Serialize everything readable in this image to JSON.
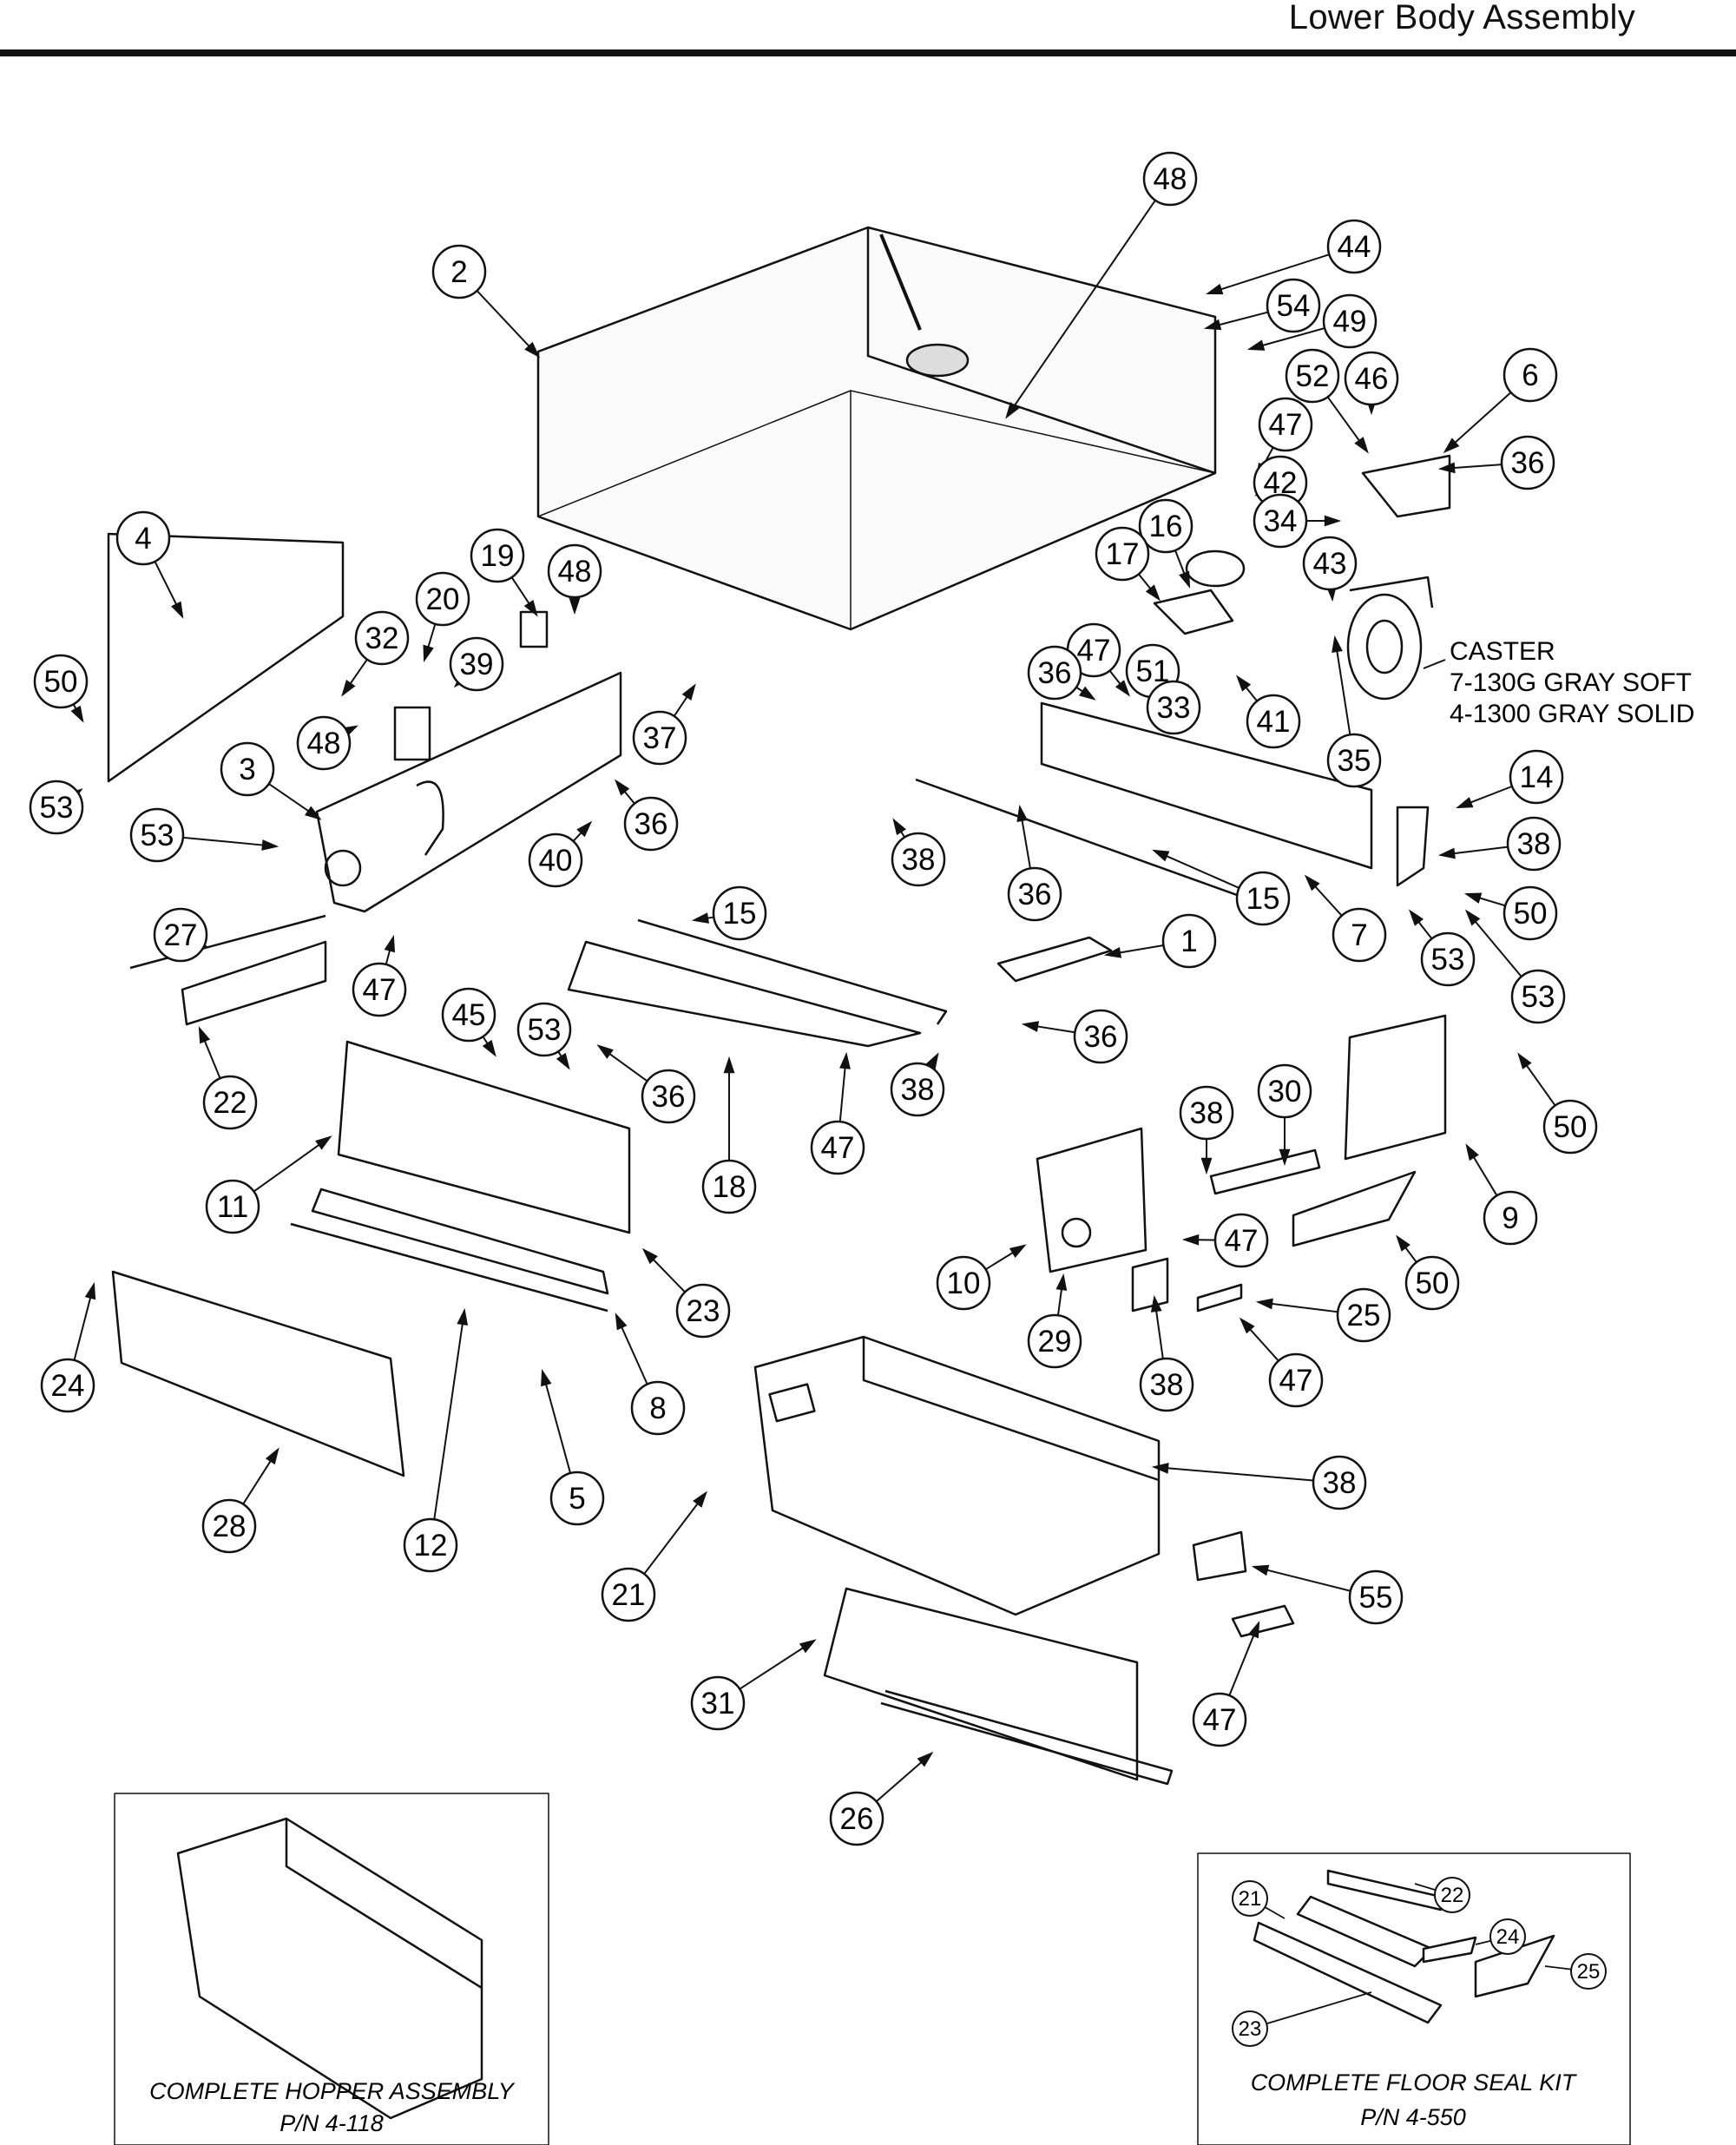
{
  "header": {
    "title": "Lower Body Assembly"
  },
  "caster_note": [
    "CASTER",
    "7-130G GRAY SOFT",
    "4-1300 GRAY SOLID"
  ],
  "insets": {
    "hopper": {
      "line1": "COMPLETE HOPPER ASSEMBLY",
      "line2": "P/N 4-118"
    },
    "floor_seal": {
      "line1": "COMPLETE FLOOR SEAL KIT",
      "line2": "P/N 4-550",
      "callouts": [
        "21",
        "22",
        "24",
        "25",
        "23"
      ]
    }
  },
  "callouts": [
    "48",
    "44",
    "54",
    "49",
    "2",
    "6",
    "52",
    "46",
    "47",
    "36",
    "42",
    "34",
    "4",
    "19",
    "48",
    "16",
    "17",
    "43",
    "20",
    "32",
    "39",
    "47",
    "36",
    "51",
    "33",
    "41",
    "35",
    "50",
    "48",
    "37",
    "53",
    "3",
    "36",
    "40",
    "14",
    "38",
    "53",
    "38",
    "15",
    "36",
    "7",
    "27",
    "15",
    "1",
    "53",
    "50",
    "53",
    "47",
    "38",
    "36",
    "45",
    "53",
    "36",
    "38",
    "30",
    "22",
    "11",
    "18",
    "47",
    "50",
    "9",
    "47",
    "10",
    "29",
    "25",
    "50",
    "24",
    "38",
    "47",
    "23",
    "8",
    "38",
    "5",
    "28",
    "12",
    "55",
    "21",
    "31",
    "47",
    "26"
  ]
}
